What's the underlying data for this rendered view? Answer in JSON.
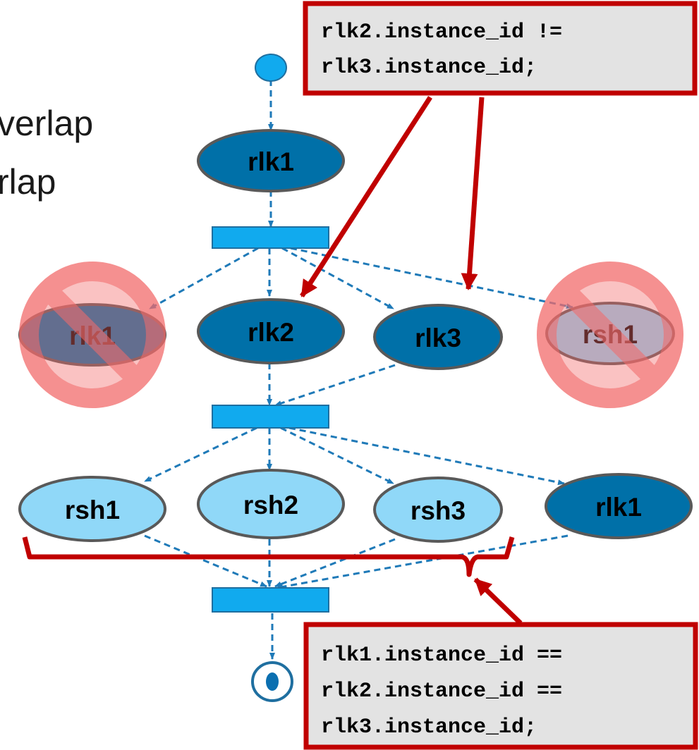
{
  "background_text": [
    "verlap",
    "rlap"
  ],
  "nodes": {
    "fork_top": {
      "label": ""
    },
    "rlk1_top": {
      "label": "rlk1"
    },
    "rlk1_forbidden": {
      "label": "rlk1"
    },
    "rlk2": {
      "label": "rlk2"
    },
    "rlk3": {
      "label": "rlk3"
    },
    "rsh1_forbidden": {
      "label": "rsh1"
    },
    "rsh1": {
      "label": "rsh1"
    },
    "rsh2": {
      "label": "rsh2"
    },
    "rsh3": {
      "label": "rsh3"
    },
    "rlk1_bottom": {
      "label": "rlk1"
    }
  },
  "callouts": {
    "top": {
      "lines": [
        "rlk2.instance_id !=",
        "rlk3.instance_id;"
      ]
    },
    "bottom": {
      "lines": [
        "rlk1.instance_id ==",
        "rlk2.instance_id ==",
        "rlk3.instance_id;"
      ]
    }
  },
  "colors": {
    "dark_node": "#0070a8",
    "light_node": "#90d8f8",
    "node_outline": "#595959",
    "bar": "#11aaee",
    "bar_outline": "#1f6fa0",
    "arrow": "#1f7ab8",
    "callout_fill": "#e3e3e3",
    "callout_border": "#c00000",
    "forbidden_fill": "#f26b6b",
    "forbidden_line": "#f26b6b"
  }
}
